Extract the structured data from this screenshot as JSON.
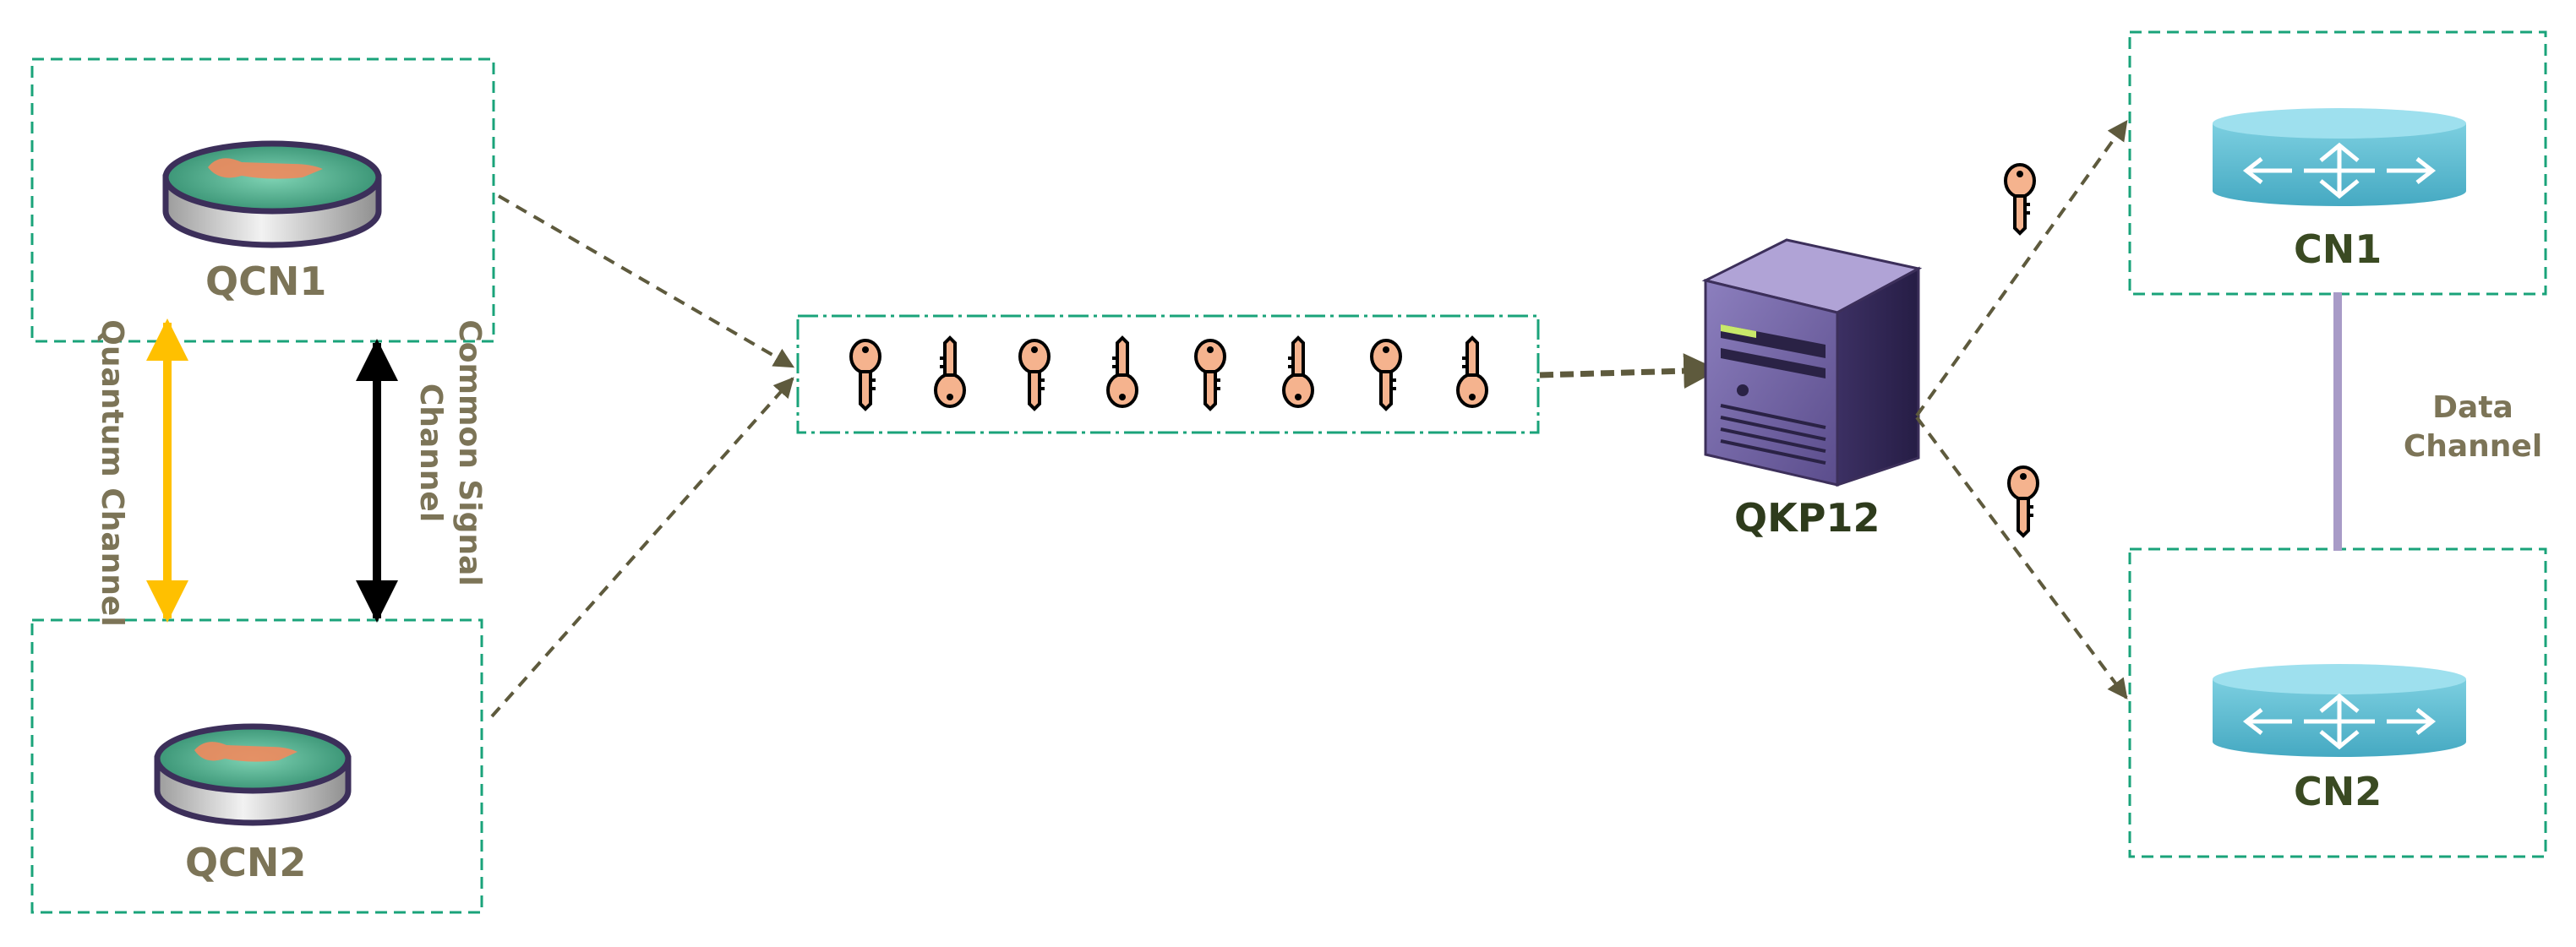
{
  "nodes": {
    "qcn1": "QCN1",
    "qcn2": "QCN2",
    "qkp": "QKP12",
    "cn1": "CN1",
    "cn2": "CN2"
  },
  "channels": {
    "quantum": "Quantum Channel",
    "common_signal_line1": "Common Signal",
    "common_signal_line2": "Channel",
    "data_line1": "Data",
    "data_line2": "Channel"
  },
  "key_pool": {
    "key_count": 8
  },
  "colors": {
    "box_border": "#1aa37a",
    "arrow": "#5e5a3d",
    "quantum_arrow": "#ffc000",
    "signal_arrow": "#000000",
    "data_line": "#a89bc7",
    "key_fill": "#f5b38e",
    "router_fill": "#5dbcd2",
    "server_fill": "#5a4c86"
  },
  "icons": [
    "quantum-node-icon",
    "key-icon",
    "server-icon",
    "router-icon"
  ]
}
